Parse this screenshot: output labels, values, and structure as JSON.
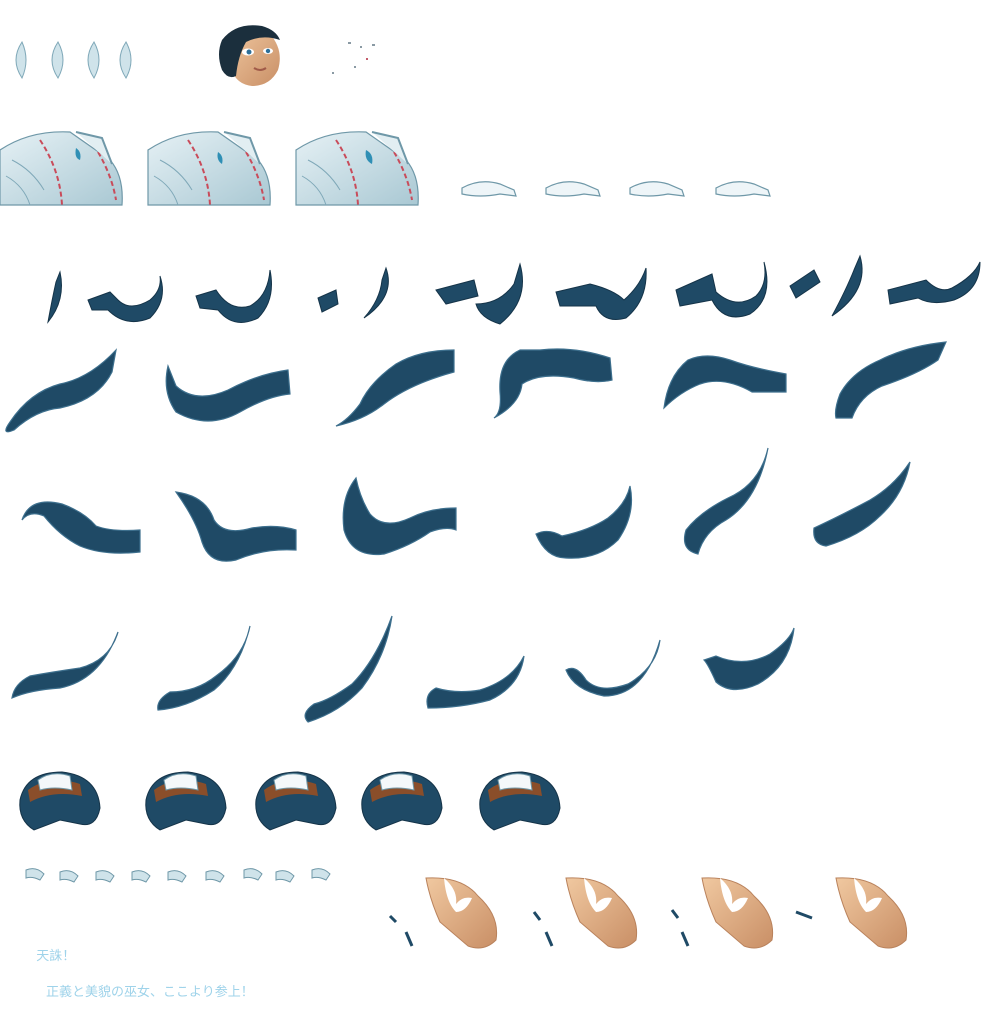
{
  "sheet": {
    "type": "sprite-sheet",
    "background": "#ffffff",
    "colors": {
      "hair": "#1f4a66",
      "hair_shadow": "#153449",
      "hair_highlight": "#3d6f8d",
      "cloth": "#c9dfe6",
      "cloth_line": "#6f98a8",
      "cloth_stripe": "#c94b5a",
      "skin": "#e3b088",
      "skin_shadow": "#b9825c",
      "gem": "#2f8fb5",
      "headband": "#f4f8fa",
      "leather": "#8a4e2a"
    }
  },
  "caption": {
    "line1": "天誅！",
    "line2": "正義と美貌の巫女、ここより参上！"
  }
}
